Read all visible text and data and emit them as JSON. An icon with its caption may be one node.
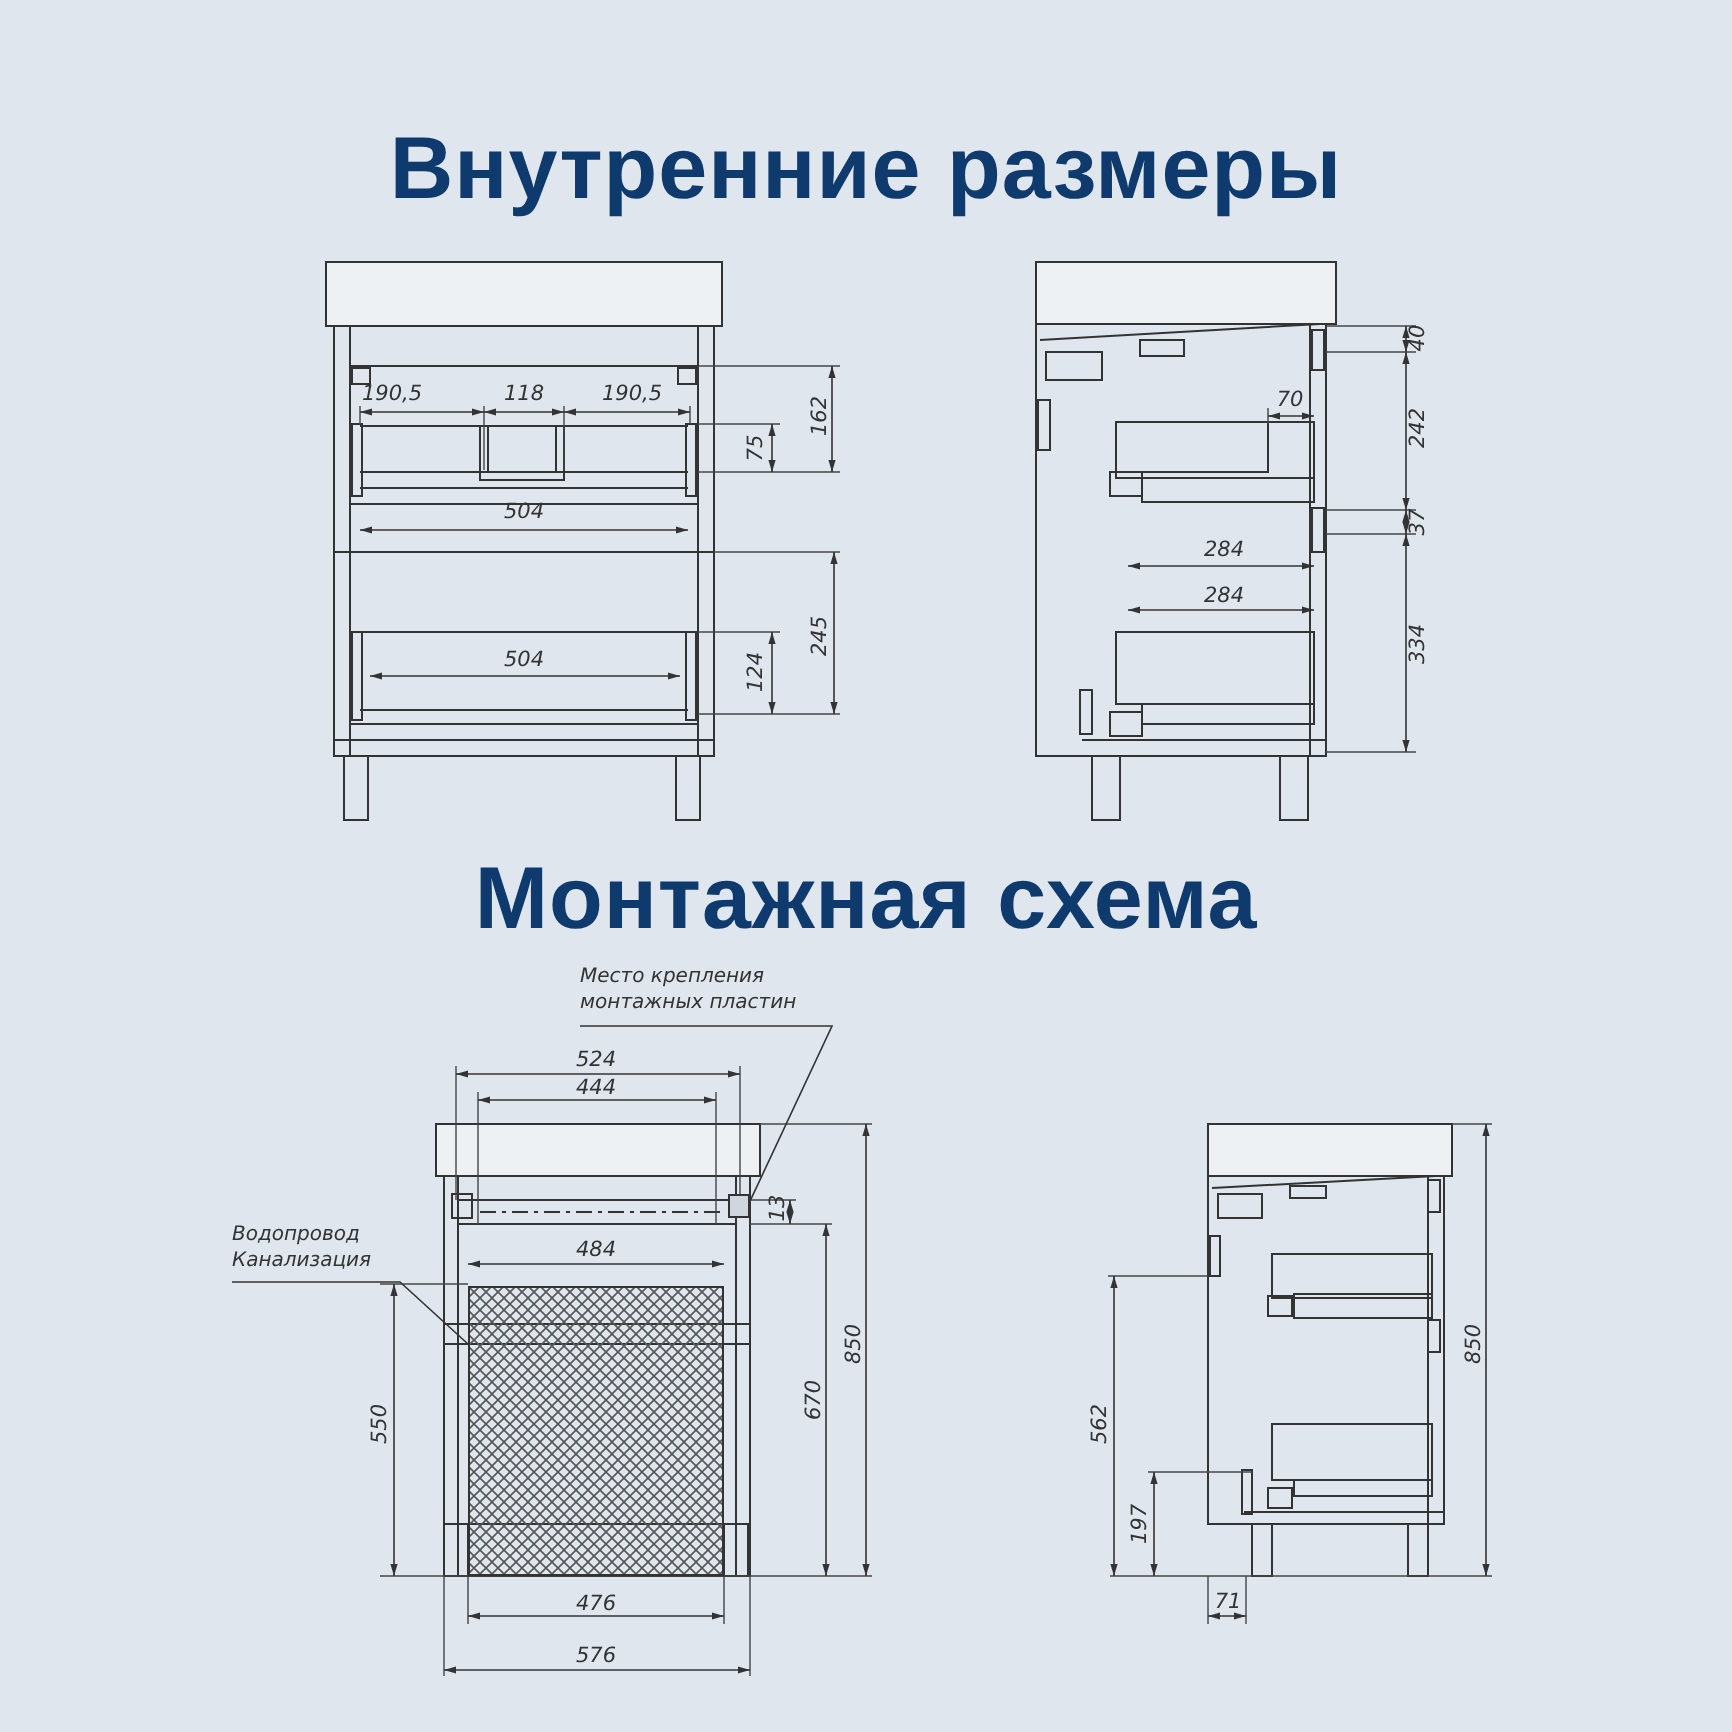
{
  "diagram": {
    "title": "Внутренние размеры",
    "nodes": [
      {
        "text": [
          "Место крепления монтажных пластин"
        ]
      },
      {
        "text": [],
        "shape": "box"
      },
      {
        "text": [
          "Водопровод",
          "Канализация"
        ]
      },
      {
        "text": [],
        "shape": "box"
      }
    ],
    "edges": [
      {
        "from": 0,
        "to": 1,
        "arrow": "none"
      },
      {
        "from": 2,
        "to": 3,
        "arrow": "none"
      }
    ],
    "labels": [
      "Монтажная схема",
      "190,5",
      "118",
      "190,5",
      "162",
      "75",
      "504",
      "245",
      "504",
      "124",
      "40",
      "70",
      "242",
      "37",
      "284",
      "284",
      "334",
      "524",
      "444",
      "13",
      "484",
      "550",
      "670",
      "850",
      "476",
      "576",
      "562",
      "850",
      "197",
      "71"
    ]
  }
}
